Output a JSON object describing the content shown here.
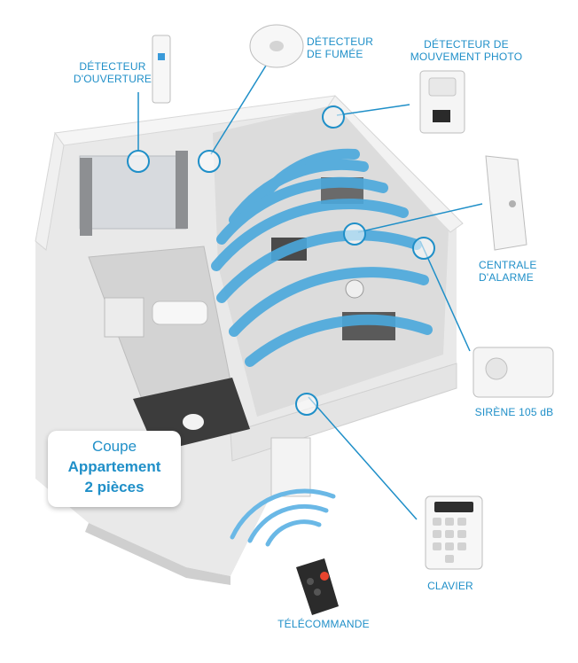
{
  "labels": {
    "door_sensor": "DÉTECTEUR\nD'OUVERTURE",
    "smoke_detector": "DÉTECTEUR\nDE FUMÉE",
    "motion_detector": "DÉTECTEUR DE\nMOUVEMENT PHOTO",
    "control_panel": "CENTRALE\nD'ALARME",
    "siren": "SIRÈNE 105 dB",
    "keypad": "CLAVIER",
    "remote": "TÉLÉCOMMANDE"
  },
  "caption": {
    "line1": "Coupe",
    "line2": "Appartement",
    "line3": "2 pièces"
  },
  "colors": {
    "accent": "#1f8fc8",
    "wave": "#4aa8dc",
    "remote_button": "#e8442e"
  },
  "icons": {
    "door_sensor": "door-sensor-icon",
    "smoke_detector": "smoke-detector-icon",
    "motion_detector": "motion-detector-icon",
    "control_panel": "control-panel-icon",
    "siren": "siren-icon",
    "keypad": "keypad-icon",
    "remote": "remote-icon"
  }
}
